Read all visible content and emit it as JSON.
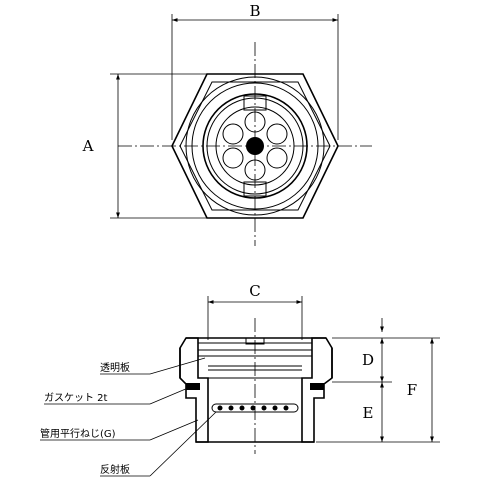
{
  "dimensions": {
    "a": "A",
    "b": "B",
    "c": "C",
    "d": "D",
    "e": "E",
    "f": "F"
  },
  "parts": {
    "window": "透明板",
    "gasket": "ガスケット 2t",
    "thread": "管用平行ねじ(G)",
    "reflector": "反射板"
  }
}
